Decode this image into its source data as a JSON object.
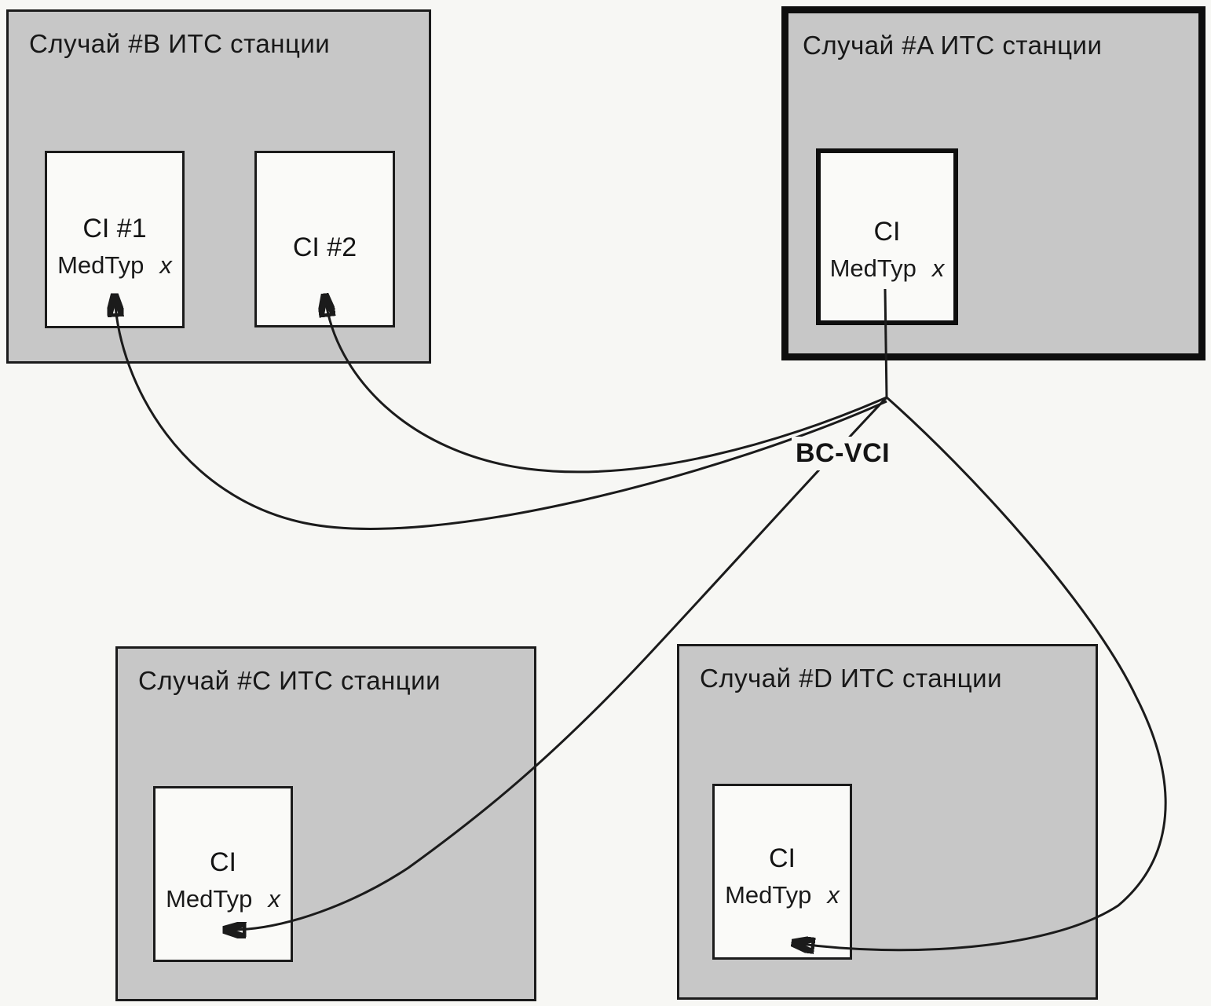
{
  "colors": {
    "page_bg": "#f7f7f4",
    "station_fill": "#c7c7c7",
    "node_fill": "#fafaf8",
    "stroke": "#1b1b1b"
  },
  "hub": {
    "label": "BC-VCI"
  },
  "stations": [
    {
      "id": "B",
      "title": "Случай #B ИТС станции",
      "emphasis": false,
      "nodes": [
        {
          "label": "CI #1",
          "medtyp": "MedTyp",
          "param": "x"
        },
        {
          "label": "CI #2",
          "medtyp": "",
          "param": ""
        }
      ]
    },
    {
      "id": "A",
      "title": "Случай #A ИТС станции",
      "emphasis": true,
      "nodes": [
        {
          "label": "CI",
          "medtyp": "MedTyp",
          "param": "x"
        }
      ]
    },
    {
      "id": "C",
      "title": "Случай #C ИТС станции",
      "emphasis": false,
      "nodes": [
        {
          "label": "CI",
          "medtyp": "MedTyp",
          "param": "x"
        }
      ]
    },
    {
      "id": "D",
      "title": "Случай #D ИТС станции",
      "emphasis": false,
      "nodes": [
        {
          "label": "CI",
          "medtyp": "MedTyp",
          "param": "x"
        }
      ]
    }
  ]
}
